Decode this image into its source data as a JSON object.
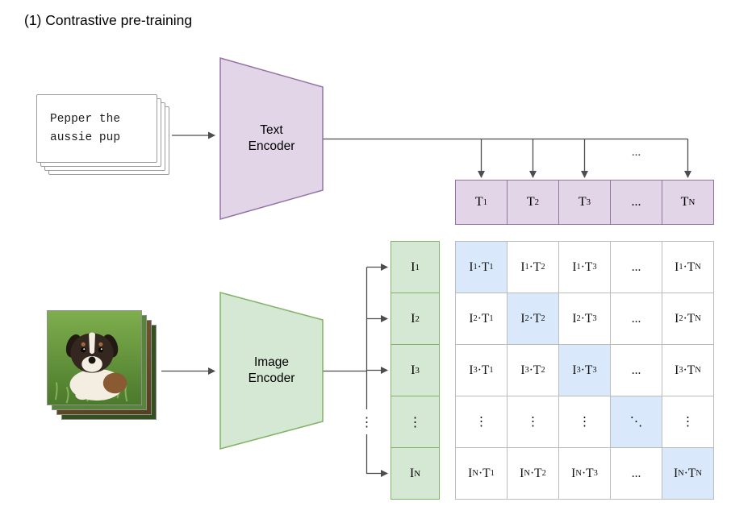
{
  "title": "(1) Contrastive pre-training",
  "text_input": {
    "caption": "Pepper the aussie pup"
  },
  "encoders": {
    "text": "Text Encoder",
    "image": "Image Encoder"
  },
  "t_row": {
    "labels": [
      "T_1",
      "T_2",
      "T_3",
      "...",
      "T_N"
    ],
    "dots_above": "..."
  },
  "i_col": {
    "labels": [
      "I_1",
      "I_2",
      "I_3",
      "⋮",
      "I_N"
    ],
    "dots_branch": "⋮"
  },
  "matrix": {
    "rows": [
      [
        "I_1·T_1",
        "I_1·T_2",
        "I_1·T_3",
        "...",
        "I_1·T_N"
      ],
      [
        "I_2·T_1",
        "I_2·T_2",
        "I_2·T_3",
        "...",
        "I_2·T_N"
      ],
      [
        "I_3·T_1",
        "I_3·T_2",
        "I_3·T_3",
        "...",
        "I_3·T_N"
      ],
      [
        "⋮",
        "⋮",
        "⋮",
        "⋱",
        "⋮"
      ],
      [
        "I_N·T_1",
        "I_N·T_2",
        "I_N·T_3",
        "...",
        "I_N·T_N"
      ]
    ]
  },
  "colors": {
    "purple_fill": "#e1d5e7",
    "purple_stroke": "#9673a6",
    "green_fill": "#d5e8d4",
    "green_stroke": "#82b366",
    "diagonal_fill": "#dae8fc",
    "grid_stroke": "#bcbcbc",
    "arrow": "#4d4d4d"
  }
}
